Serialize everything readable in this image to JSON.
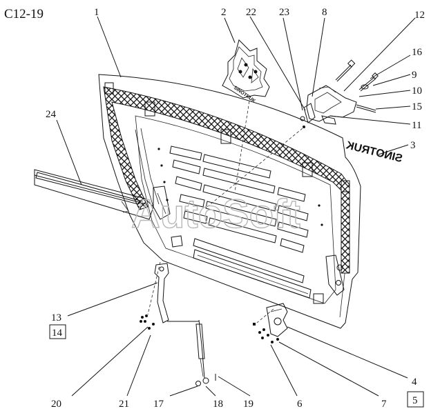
{
  "diagram": {
    "code": "C12-19",
    "watermark": "AutoSoft",
    "brand_text": "SINOTRUK",
    "badge_text": "SINOTRUK",
    "labels": [
      {
        "id": "1",
        "boxed": false
      },
      {
        "id": "2",
        "boxed": false
      },
      {
        "id": "22",
        "boxed": false
      },
      {
        "id": "23",
        "boxed": false
      },
      {
        "id": "8",
        "boxed": false
      },
      {
        "id": "12",
        "boxed": false
      },
      {
        "id": "16",
        "boxed": false
      },
      {
        "id": "9",
        "boxed": false
      },
      {
        "id": "10",
        "boxed": false
      },
      {
        "id": "15",
        "boxed": false
      },
      {
        "id": "11",
        "boxed": false
      },
      {
        "id": "3",
        "boxed": false
      },
      {
        "id": "24",
        "boxed": false
      },
      {
        "id": "13",
        "boxed": false
      },
      {
        "id": "14",
        "boxed": true
      },
      {
        "id": "4",
        "boxed": false
      },
      {
        "id": "5",
        "boxed": true
      },
      {
        "id": "20",
        "boxed": false
      },
      {
        "id": "21",
        "boxed": false
      },
      {
        "id": "17",
        "boxed": false
      },
      {
        "id": "18",
        "boxed": false
      },
      {
        "id": "19",
        "boxed": false
      },
      {
        "id": "6",
        "boxed": false
      },
      {
        "id": "7",
        "boxed": false
      }
    ]
  }
}
